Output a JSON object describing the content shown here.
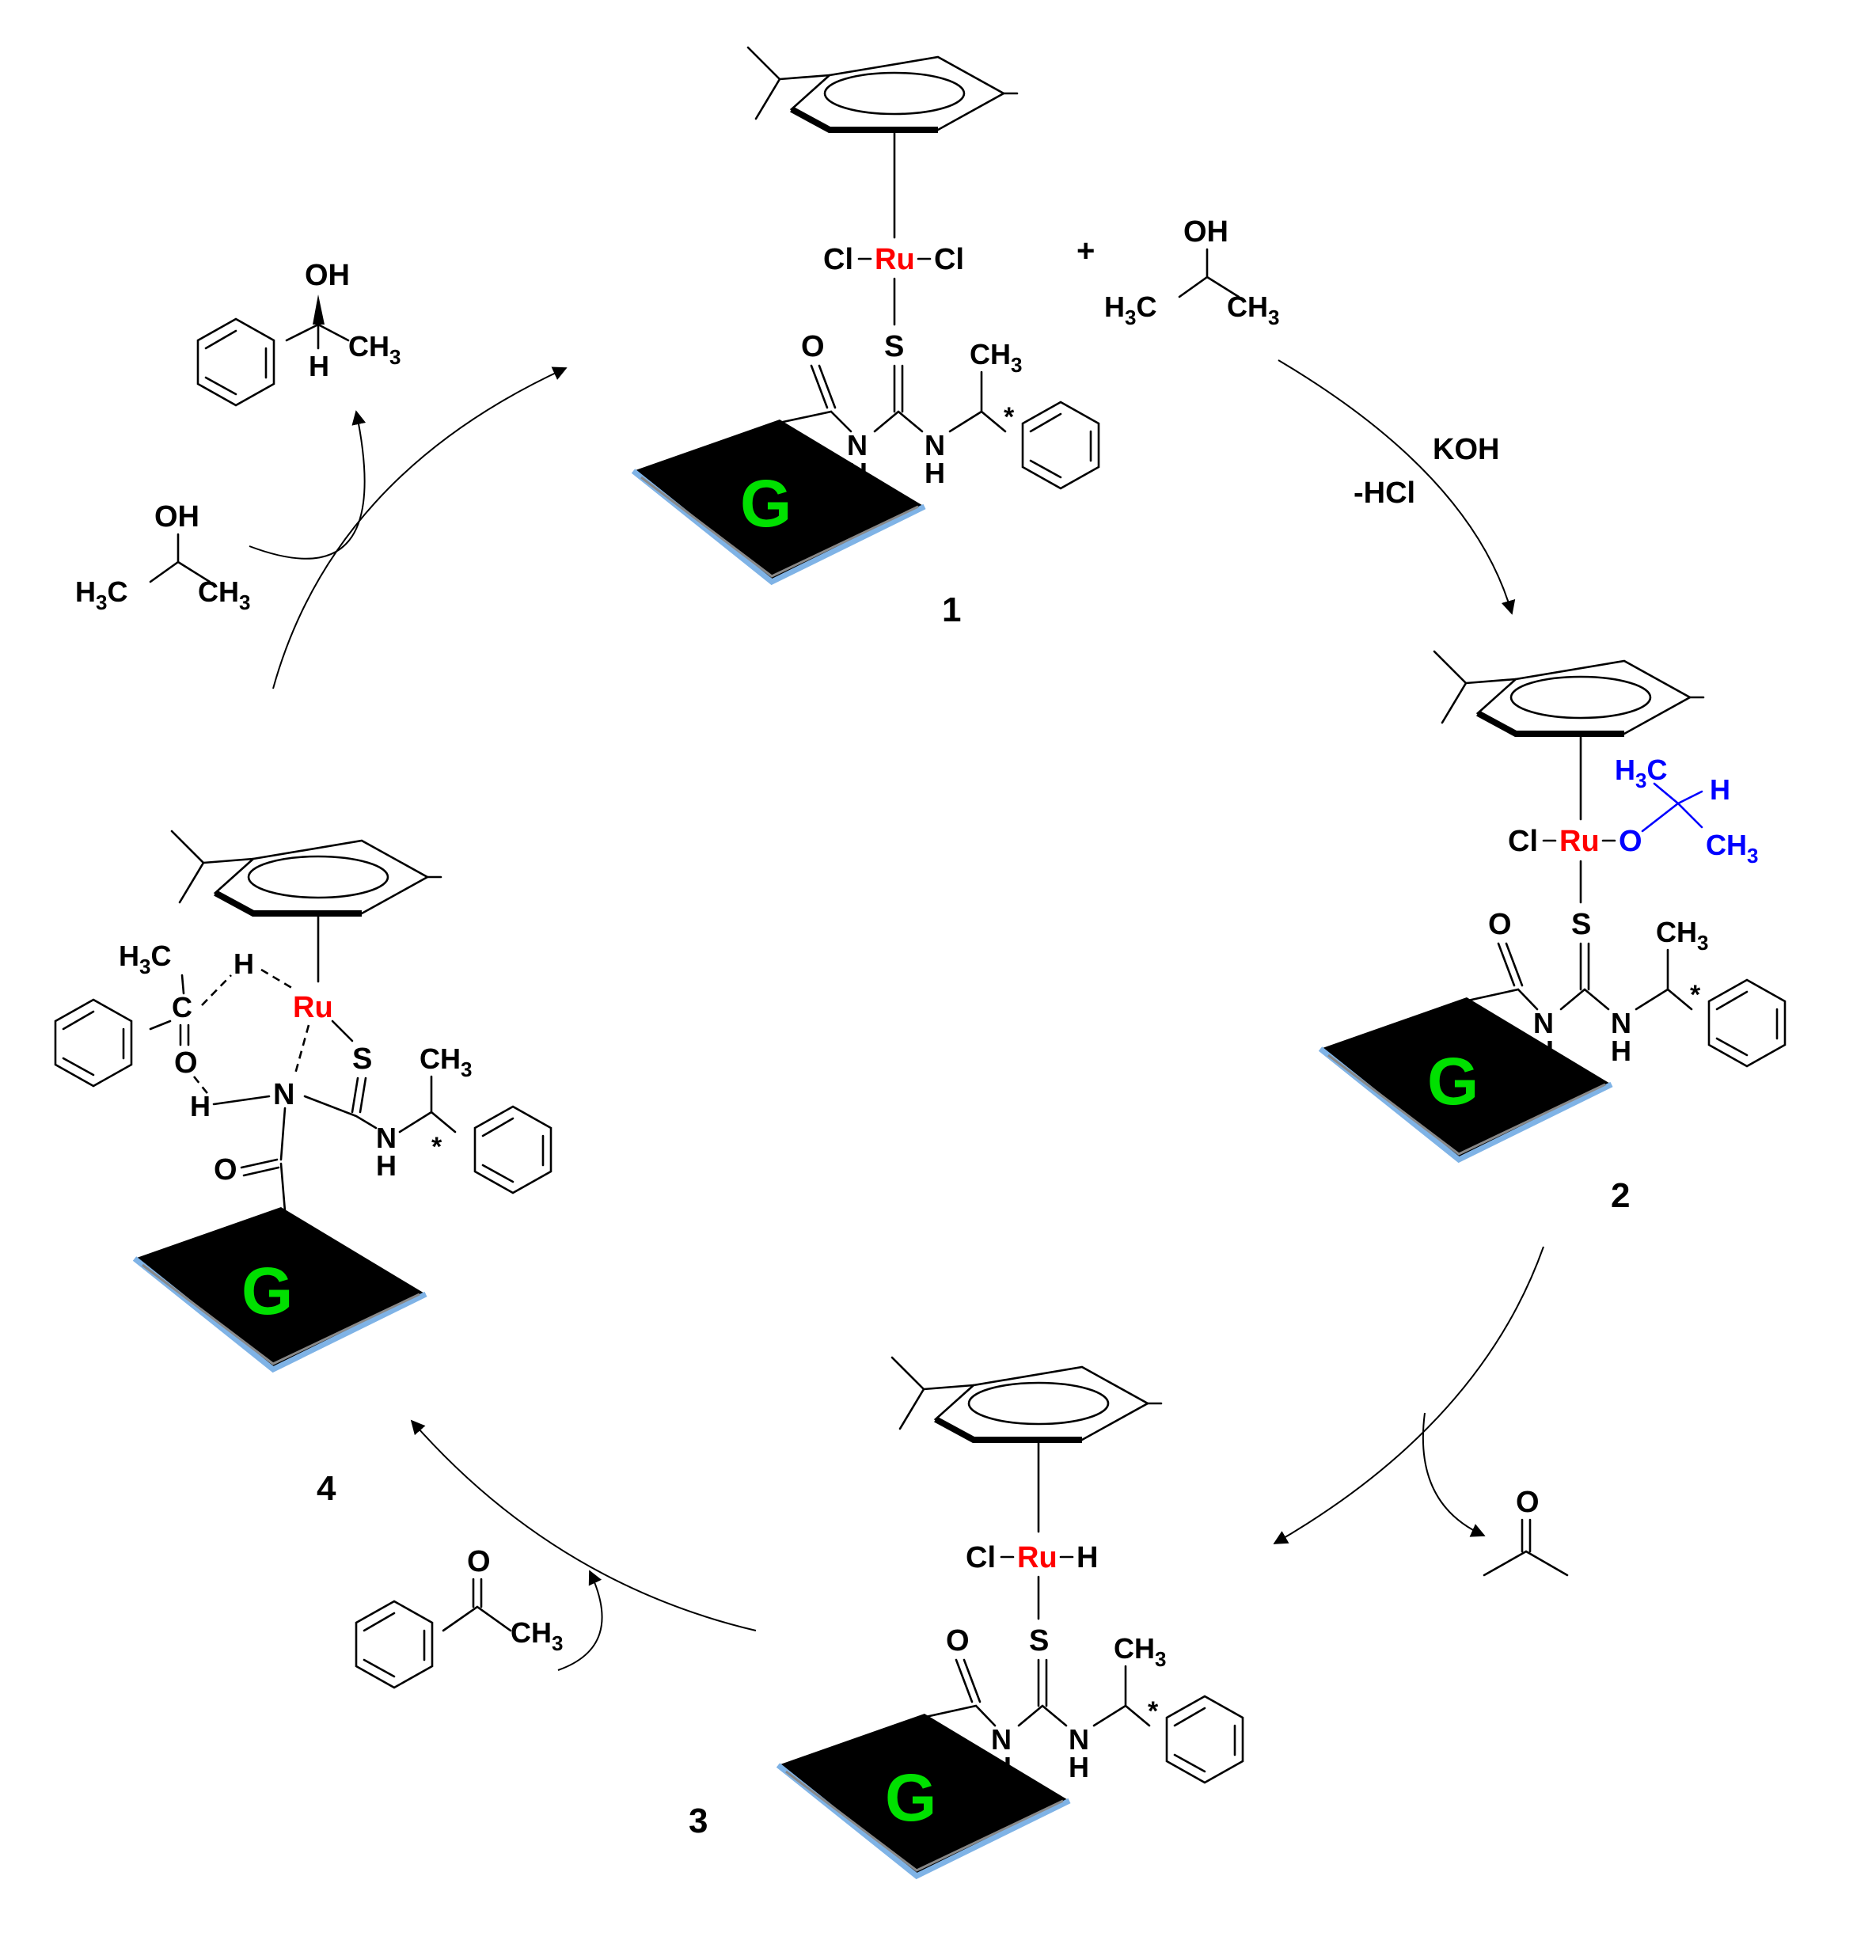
{
  "compounds": [
    {
      "id": "1",
      "label": "1",
      "ru_left": "Cl",
      "ru_right": "Cl"
    },
    {
      "id": "2",
      "label": "2",
      "ru_left": "Cl",
      "ru_right": "O"
    },
    {
      "id": "3",
      "label": "3",
      "ru_left": "Cl",
      "ru_right": "H"
    },
    {
      "id": "4",
      "label": "4"
    }
  ],
  "atoms": {
    "ru": "Ru",
    "s": "S",
    "o": "O",
    "n": "N",
    "nh": "N",
    "h": "H",
    "oh": "OH",
    "ch3": "CH",
    "h3c": "H",
    "c": "C",
    "cl": "Cl",
    "star": "*",
    "sub3": "3",
    "graphene": "G",
    "plus": "+"
  },
  "reagents": {
    "base": "KOH",
    "byproduct": "-HCl"
  },
  "colors": {
    "ru": "#ff0000",
    "isopropoxide": "#0000ff",
    "graphene_label": "#00e000",
    "sheet": "#000000",
    "sheet_edge": "#7fb3e6"
  },
  "icons": [
    "graphene-sheet",
    "benzene-ring",
    "p-cymene-ring",
    "arrow"
  ]
}
